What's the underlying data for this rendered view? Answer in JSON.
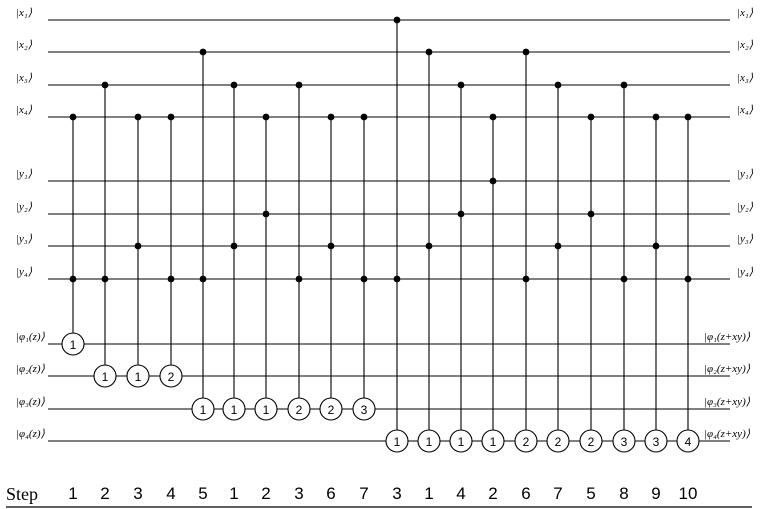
{
  "wires": [
    {
      "id": "x1",
      "left_label": "|x₁⟩",
      "right_label": "|x₁⟩"
    },
    {
      "id": "x2",
      "left_label": "|x₂⟩",
      "right_label": "|x₂⟩"
    },
    {
      "id": "x3",
      "left_label": "|x₃⟩",
      "right_label": "|x₃⟩"
    },
    {
      "id": "x4",
      "left_label": "|x₄⟩",
      "right_label": "|x₄⟩"
    },
    {
      "id": "y1",
      "left_label": "|y₁⟩",
      "right_label": "|y₁⟩"
    },
    {
      "id": "y2",
      "left_label": "|y₂⟩",
      "right_label": "|y₂⟩"
    },
    {
      "id": "y3",
      "left_label": "|y₃⟩",
      "right_label": "|y₃⟩"
    },
    {
      "id": "y4",
      "left_label": "|y₄⟩",
      "right_label": "|y₄⟩"
    },
    {
      "id": "p1",
      "left_label": "|φ₁(z)⟩",
      "right_label": "|φ₁(z+xy)⟩"
    },
    {
      "id": "p2",
      "left_label": "|φ₂(z)⟩",
      "right_label": "|φ₂(z+xy)⟩"
    },
    {
      "id": "p3",
      "left_label": "|φ₃(z)⟩",
      "right_label": "|φ₃(z+xy)⟩"
    },
    {
      "id": "p4",
      "left_label": "|φ₄(z)⟩",
      "right_label": "|φ₄(z+xy)⟩"
    }
  ],
  "gates": [
    {
      "controls": [
        "x4",
        "y4"
      ],
      "target": "p1",
      "label": "1",
      "step": "1"
    },
    {
      "controls": [
        "x3",
        "y4"
      ],
      "target": "p2",
      "label": "1",
      "step": "2"
    },
    {
      "controls": [
        "x4",
        "y3"
      ],
      "target": "p2",
      "label": "1",
      "step": "3"
    },
    {
      "controls": [
        "x4",
        "y4"
      ],
      "target": "p2",
      "label": "2",
      "step": "4"
    },
    {
      "controls": [
        "x2",
        "y4"
      ],
      "target": "p3",
      "label": "1",
      "step": "5"
    },
    {
      "controls": [
        "x3",
        "y3"
      ],
      "target": "p3",
      "label": "1",
      "step": "1"
    },
    {
      "controls": [
        "x4",
        "y2"
      ],
      "target": "p3",
      "label": "1",
      "step": "2"
    },
    {
      "controls": [
        "x3",
        "y4"
      ],
      "target": "p3",
      "label": "2",
      "step": "3"
    },
    {
      "controls": [
        "x4",
        "y3"
      ],
      "target": "p3",
      "label": "2",
      "step": "6"
    },
    {
      "controls": [
        "x4",
        "y4"
      ],
      "target": "p3",
      "label": "3",
      "step": "7"
    },
    {
      "controls": [
        "x1",
        "y4"
      ],
      "target": "p4",
      "label": "1",
      "step": "3"
    },
    {
      "controls": [
        "x2",
        "y3"
      ],
      "target": "p4",
      "label": "1",
      "step": "1"
    },
    {
      "controls": [
        "x3",
        "y2"
      ],
      "target": "p4",
      "label": "1",
      "step": "4"
    },
    {
      "controls": [
        "x4",
        "y1"
      ],
      "target": "p4",
      "label": "1",
      "step": "2"
    },
    {
      "controls": [
        "x2",
        "y4"
      ],
      "target": "p4",
      "label": "2",
      "step": "6"
    },
    {
      "controls": [
        "x3",
        "y3"
      ],
      "target": "p4",
      "label": "2",
      "step": "7"
    },
    {
      "controls": [
        "x4",
        "y2"
      ],
      "target": "p4",
      "label": "2",
      "step": "5"
    },
    {
      "controls": [
        "x3",
        "y4"
      ],
      "target": "p4",
      "label": "3",
      "step": "8"
    },
    {
      "controls": [
        "x4",
        "y3"
      ],
      "target": "p4",
      "label": "3",
      "step": "9"
    },
    {
      "controls": [
        "x4",
        "y4"
      ],
      "target": "p4",
      "label": "4",
      "step": "10"
    }
  ],
  "step_label": "Step"
}
